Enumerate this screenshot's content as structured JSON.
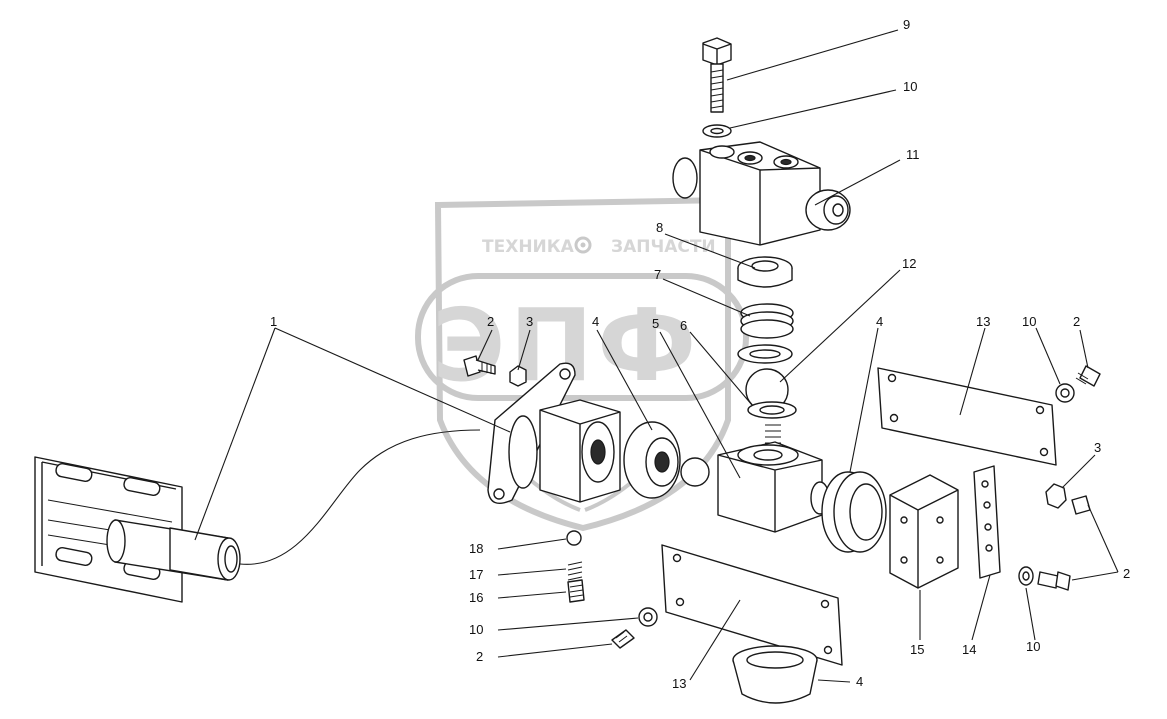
{
  "watermark": {
    "line1": "ТЕХНИКА",
    "line2": "ЗАПЧАСТИ",
    "logo": "ЭПФ",
    "color": "#c9c9c9",
    "icon": "gear-icon"
  },
  "callouts": [
    {
      "id": "c9",
      "label": "9"
    },
    {
      "id": "c10a",
      "label": "10"
    },
    {
      "id": "c11",
      "label": "11"
    },
    {
      "id": "c8",
      "label": "8"
    },
    {
      "id": "c12",
      "label": "12"
    },
    {
      "id": "c7",
      "label": "7"
    },
    {
      "id": "c1",
      "label": "1"
    },
    {
      "id": "c2a",
      "label": "2"
    },
    {
      "id": "c3a",
      "label": "3"
    },
    {
      "id": "c4a",
      "label": "4"
    },
    {
      "id": "c5",
      "label": "5"
    },
    {
      "id": "c6",
      "label": "6"
    },
    {
      "id": "c4b",
      "label": "4"
    },
    {
      "id": "c13a",
      "label": "13"
    },
    {
      "id": "c10b",
      "label": "10"
    },
    {
      "id": "c2b",
      "label": "2"
    },
    {
      "id": "c3b",
      "label": "3"
    },
    {
      "id": "c2c",
      "label": "2"
    },
    {
      "id": "c18",
      "label": "18"
    },
    {
      "id": "c17",
      "label": "17"
    },
    {
      "id": "c16",
      "label": "16"
    },
    {
      "id": "c10c",
      "label": "10"
    },
    {
      "id": "c2d",
      "label": "2"
    },
    {
      "id": "c13b",
      "label": "13"
    },
    {
      "id": "c4c",
      "label": "4"
    },
    {
      "id": "c15",
      "label": "15"
    },
    {
      "id": "c14",
      "label": "14"
    },
    {
      "id": "c10d",
      "label": "10"
    }
  ]
}
